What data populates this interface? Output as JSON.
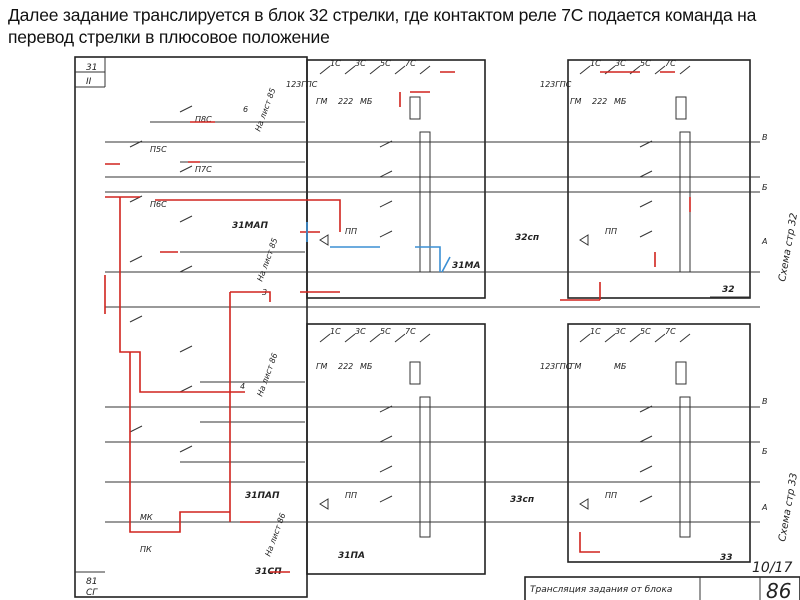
{
  "slide": {
    "title": "Далее задание транслируется в блок 32 стрелки, где контактом реле 7С подается команда на перевод стрелки в плюсовое положение"
  },
  "scheme": {
    "blocks": {
      "b31_top": "31",
      "b31_sub": "II",
      "b31man": "31МАП",
      "b31ma": "31МА",
      "b32": "32",
      "b31pap": "31ПАП",
      "b31pa": "31ПА",
      "b33": "33",
      "b33sp": "33сп",
      "b32sp": "32сп",
      "b31sp": "31СП",
      "b81": "81",
      "b81_sub": "СГ"
    },
    "labels": {
      "gm": "ГМ",
      "mb": "МБ",
      "n222": "222",
      "gpc": "123ГПС",
      "to_sheet_85": "На лист 85",
      "to_sheet_86": "На лист 86",
      "scheme_32": "Схема стр 32",
      "scheme_33": "Схема стр 33",
      "relays": [
        "1С",
        "3С",
        "5С",
        "7С"
      ],
      "side_relays": [
        "П5С",
        "П6С",
        "П7С",
        "П8С"
      ],
      "pp": "ПП",
      "mk": "МК",
      "pk": "ПК",
      "arrow_a": "А",
      "arrow_b": "Б",
      "arrow_v": "В",
      "n6": "6",
      "n4": "4",
      "n3": "3"
    },
    "stamp": {
      "caption": "Трансляция задания от блока",
      "sheet": "86",
      "signature": "10/17"
    },
    "colors": {
      "highlight_red": "#d0241e",
      "highlight_blue": "#3b8fd4"
    }
  }
}
